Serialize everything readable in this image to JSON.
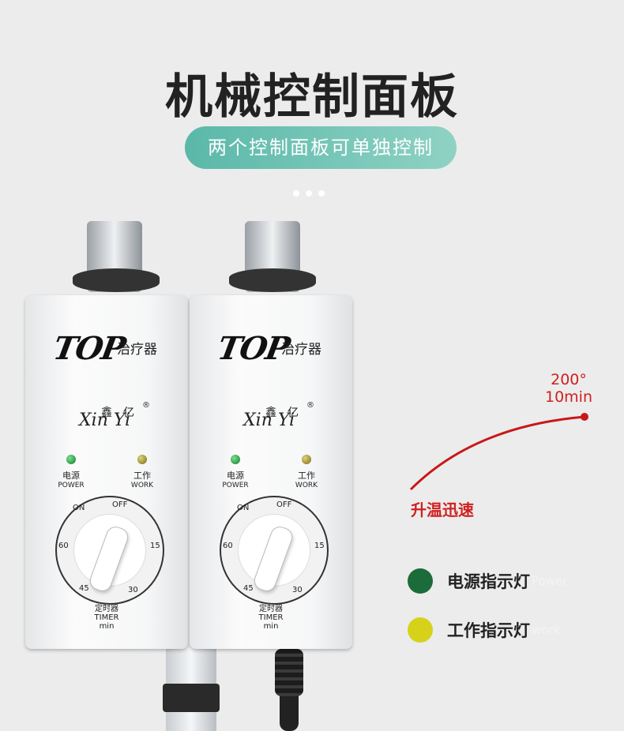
{
  "title": "机械控制面板",
  "subtitle": "两个控制面板可单独控制",
  "panel": {
    "logo": "TOP",
    "brand_text": "治疗器",
    "xinyi_zh": "鑫亿",
    "xinyi_en": "Xin Yi",
    "power_zh": "电源",
    "power_en": "POWER",
    "work_zh": "工作",
    "work_en": "WORK",
    "dial_on": "ON",
    "dial_off": "OFF",
    "dial_60": "60",
    "dial_15": "15",
    "dial_45": "45",
    "dial_30": "30",
    "timer_zh": "定时器",
    "timer_en": "TIMER",
    "timer_unit": "min"
  },
  "heat": {
    "temp": "200°",
    "time": "10min",
    "label": "升温迅速"
  },
  "legend": [
    {
      "label": "电源指示灯",
      "en": "Power",
      "color": "#1c6b3a"
    },
    {
      "label": "工作指示灯",
      "en": "work",
      "color": "#d6d21a"
    }
  ],
  "colors": {
    "accent": "#5ab8a9",
    "red": "#d02020"
  }
}
